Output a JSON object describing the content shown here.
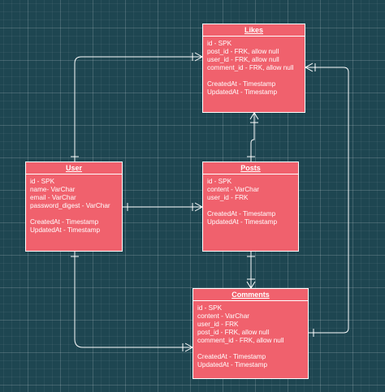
{
  "colors": {
    "background": "#1e4651",
    "entity_fill": "#f0616d",
    "line": "#ffffff"
  },
  "entities": {
    "likes": {
      "title": "Likes",
      "fields": [
        "id - SPK",
        "post_id - FRK, allow null",
        "user_id - FRK, allow null",
        "comment_id - FRK, allow null"
      ],
      "timestamps": [
        "CreatedAt - Timestamp",
        "UpdatedAt - Timestamp"
      ]
    },
    "user": {
      "title": "User",
      "fields": [
        "id - SPK",
        "name- VarChar",
        "email - VarChar",
        "password_digest - VarChar"
      ],
      "timestamps": [
        "CreatedAt - Timestamp",
        "UpdatedAt - Timestamp"
      ]
    },
    "posts": {
      "title": "Posts",
      "fields": [
        "id - SPK",
        "content - VarChar",
        "user_id - FRK"
      ],
      "timestamps": [
        "CreatedAt - Timestamp",
        "UpdatedAt - Timestamp"
      ]
    },
    "comments": {
      "title": "Comments",
      "fields": [
        "id - SPK",
        "content  - VarChar",
        "user_id - FRK",
        "post_id - FRK, allow null",
        "comment_id - FRK, allow null"
      ],
      "timestamps": [
        "CreatedAt - Timestamp",
        "UpdatedAt - Timestamp"
      ]
    }
  },
  "relationships": [
    {
      "from": "user",
      "to": "likes",
      "from_end": "one",
      "to_end": "many"
    },
    {
      "from": "posts",
      "to": "likes",
      "from_end": "one",
      "to_end": "many"
    },
    {
      "from": "user",
      "to": "posts",
      "from_end": "one",
      "to_end": "many"
    },
    {
      "from": "posts",
      "to": "comments",
      "from_end": "one",
      "to_end": "many"
    },
    {
      "from": "user",
      "to": "comments",
      "from_end": "one",
      "to_end": "many"
    },
    {
      "from": "comments",
      "to": "likes",
      "from_end": "one",
      "to_end": "many"
    }
  ]
}
